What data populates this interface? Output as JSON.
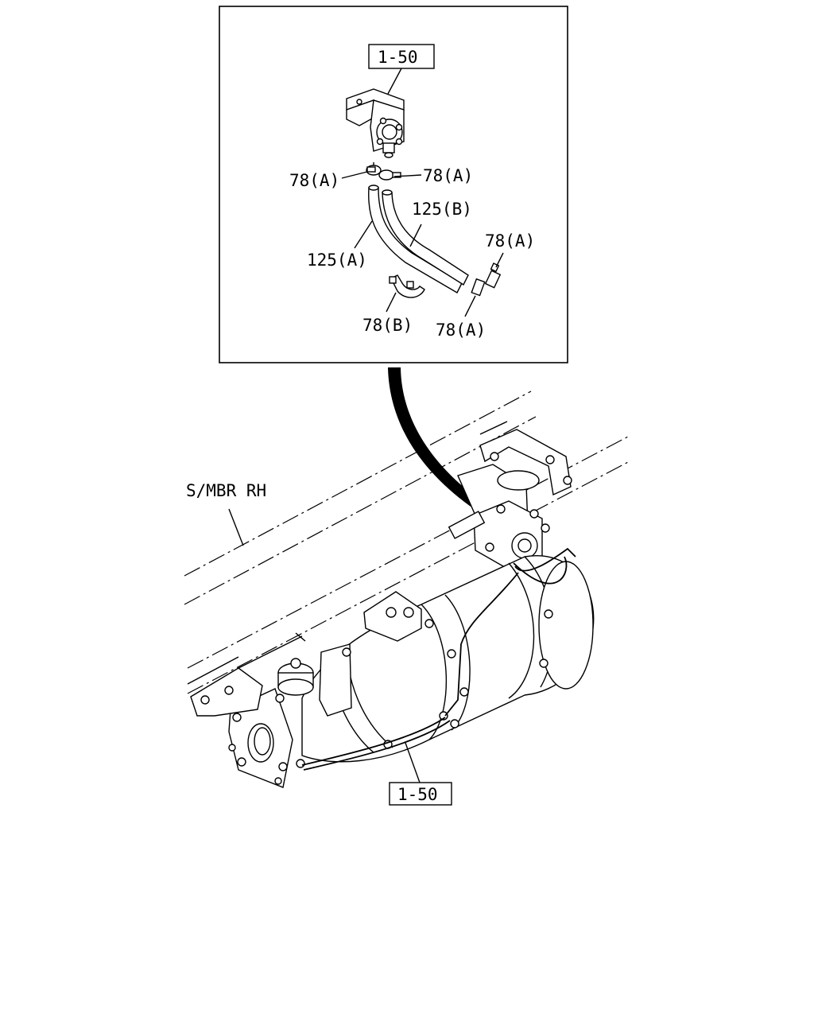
{
  "detail": {
    "callout_top": "1-50",
    "labels": {
      "clip_left": "78(A)",
      "clip_right": "78(A)",
      "hose_b": "125(B)",
      "hose_a": "125(A)",
      "clip_upper_right": "78(A)",
      "clamp_b": "78(B)",
      "clip_lower_right": "78(A)"
    }
  },
  "main": {
    "side_member": "S/MBR RH",
    "callout_bottom": "1-50"
  },
  "colors": {
    "ink": "#000000",
    "paper": "#ffffff"
  }
}
